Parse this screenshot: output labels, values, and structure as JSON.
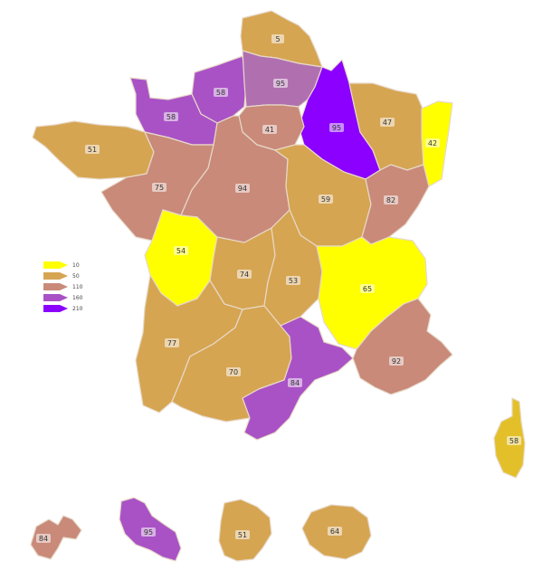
{
  "legend": {
    "classes": [
      {
        "label": "10",
        "color": "#ffff00"
      },
      {
        "label": "50",
        "color": "#d6a552"
      },
      {
        "label": "110",
        "color": "#c98a7a"
      },
      {
        "label": "160",
        "color": "#a952c6"
      },
      {
        "label": "210",
        "color": "#8b00ff"
      }
    ]
  },
  "regions": [
    {
      "id": "nord-pas-de-calais",
      "label": "5",
      "color": "#d6a552"
    },
    {
      "id": "haute-normandie",
      "label": "58",
      "color": "#a952c6"
    },
    {
      "id": "basse-normandie",
      "label": "58",
      "color": "#a952c6"
    },
    {
      "id": "picardie",
      "label": "95",
      "color": "#b070b0"
    },
    {
      "id": "champagne-ardenne",
      "label": "95",
      "color": "#8b00ff"
    },
    {
      "id": "lorraine",
      "label": "47",
      "color": "#d6a552"
    },
    {
      "id": "alsace",
      "label": "42",
      "color": "#ffff00"
    },
    {
      "id": "bretagne",
      "label": "51",
      "color": "#d6a552"
    },
    {
      "id": "ile-de-france",
      "label": "41",
      "color": "#c98a7a"
    },
    {
      "id": "pays-de-la-loire",
      "label": "75",
      "color": "#c98a7a"
    },
    {
      "id": "centre",
      "label": "94",
      "color": "#c98a7a"
    },
    {
      "id": "bourgogne",
      "label": "59",
      "color": "#d6a552"
    },
    {
      "id": "franche-comte",
      "label": "82",
      "color": "#c98a7a"
    },
    {
      "id": "poitou-charentes",
      "label": "54",
      "color": "#ffff00"
    },
    {
      "id": "limousin",
      "label": "74",
      "color": "#d6a552"
    },
    {
      "id": "auvergne",
      "label": "53",
      "color": "#d6a552"
    },
    {
      "id": "rhone-alpes",
      "label": "65",
      "color": "#ffff00"
    },
    {
      "id": "aquitaine",
      "label": "77",
      "color": "#d6a552"
    },
    {
      "id": "midi-pyrenees",
      "label": "70",
      "color": "#d6a552"
    },
    {
      "id": "languedoc-roussillon",
      "label": "84",
      "color": "#a952c6"
    },
    {
      "id": "paca",
      "label": "92",
      "color": "#c98a7a"
    },
    {
      "id": "corse",
      "label": "58",
      "color": "#e3c02a"
    },
    {
      "id": "guadeloupe",
      "label": "84",
      "color": "#c98a7a"
    },
    {
      "id": "martinique",
      "label": "95",
      "color": "#a952c6"
    },
    {
      "id": "guyane",
      "label": "51",
      "color": "#d6a552"
    },
    {
      "id": "reunion",
      "label": "64",
      "color": "#d6a552"
    }
  ]
}
